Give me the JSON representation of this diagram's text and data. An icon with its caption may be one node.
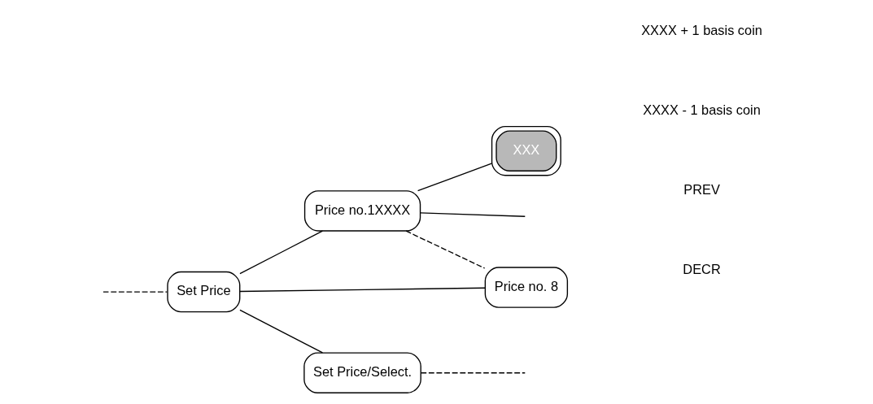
{
  "diagram": {
    "nodes": [
      {
        "text": [
          "Set Price"
        ]
      },
      {
        "text": [
          "Price no.1XXXX"
        ]
      },
      {
        "text": [
          "XXX"
        ]
      },
      {
        "text": [
          "Price no. 8"
        ]
      },
      {
        "text": [
          "Set Price/Select."
        ]
      }
    ],
    "edges": [
      {
        "from": null,
        "to": 0,
        "arrow": "none",
        "style": "dashed"
      },
      {
        "from": 0,
        "to": 1,
        "arrow": "none"
      },
      {
        "from": 1,
        "to": 2,
        "arrow": "none"
      },
      {
        "from": 1,
        "to": 3,
        "arrow": "none",
        "style": "dashed"
      },
      {
        "from": 1,
        "to": null,
        "arrow": "none"
      },
      {
        "from": 3,
        "to": 0,
        "arrow": "none"
      },
      {
        "from": 0,
        "to": 4,
        "arrow": "none"
      },
      {
        "from": 4,
        "to": null,
        "arrow": "none",
        "style": "dashed"
      }
    ],
    "labels": [
      "XXXX + 1 basis coin",
      "XXXX - 1 basis coin",
      "PREV",
      "DECR"
    ]
  }
}
